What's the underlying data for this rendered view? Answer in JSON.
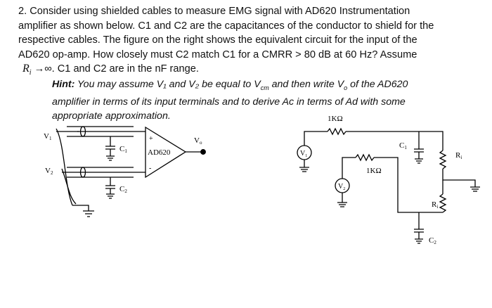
{
  "question": {
    "line1": "2. Consider using shielded cables to measure EMG signal with AD620 Instrumentation",
    "line2": "amplifier as shown below. C1 and C2 are the capacitances of the conductor to shield for the",
    "line3": "respective cables. The figure on the right shows the equivalent circuit for the input of the",
    "line4": "AD620 op-amp. How closely must C2 match C1 for a CMRR > 80 dB at 60 Hz? Assume",
    "line5_prefix": "R",
    "line5_sub": "i",
    "line5_arrow": " →∞",
    "line5_rest": ". C1 and C2 are in the nF range."
  },
  "hint": {
    "label": "Hint:",
    "line1": " You may assume V₁ and V₂ be equal to V",
    "line1_sub": "cm",
    "line1_rest": " and then write V",
    "line1_sub2": "o",
    "line1_tail": " of the AD620",
    "line2": "amplifier in terms of its input terminals and to derive Ac in terms of Ad with some",
    "line3": "appropriate approximation."
  },
  "left_circuit": {
    "v1": "V",
    "v1_sub": "1",
    "v2": "V",
    "v2_sub": "2",
    "c1": "C",
    "c1_sub": "1",
    "c2": "C",
    "c2_sub": "2",
    "plus": "+",
    "minus": "-",
    "amp": "AD620",
    "vo": "V",
    "vo_sub": "o"
  },
  "right_circuit": {
    "r_top": "1KΩ",
    "r_mid": "1KΩ",
    "v1": "V",
    "v1_sub": "1",
    "v2": "V",
    "v2_sub": "2",
    "c1": "C",
    "c1_sub": "1",
    "c2": "C",
    "c2_sub": "2",
    "ri_right": "R",
    "ri_right_sub": "i",
    "ri_bottom": "R",
    "ri_bottom_sub": "i"
  }
}
